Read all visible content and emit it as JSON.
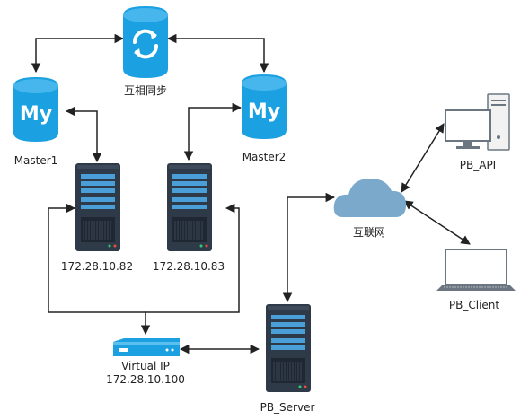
{
  "labels": {
    "sync": "互相同步",
    "master1": "Master1",
    "master2": "Master2",
    "server1_ip": "172.28.10.82",
    "server2_ip": "172.28.10.83",
    "internet": "互联网",
    "pb_api": "PB_API",
    "pb_client": "PB_Client",
    "vip_name": "Virtual IP",
    "vip_address": "172.28.10.100",
    "pb_server": "PB_Server"
  },
  "icons": {
    "db": "mysql-db-icon",
    "sync": "sync-icon",
    "server": "server-rack-icon",
    "cloud": "cloud-icon",
    "desktop": "desktop-computer-icon",
    "laptop": "laptop-icon",
    "router": "router-icon"
  },
  "colors": {
    "accent": "#1ba0e1",
    "server_dark": "#2e3a47",
    "server_slot": "#4a9fd8",
    "cloud": "#7aa9cc",
    "line": "#222222"
  }
}
